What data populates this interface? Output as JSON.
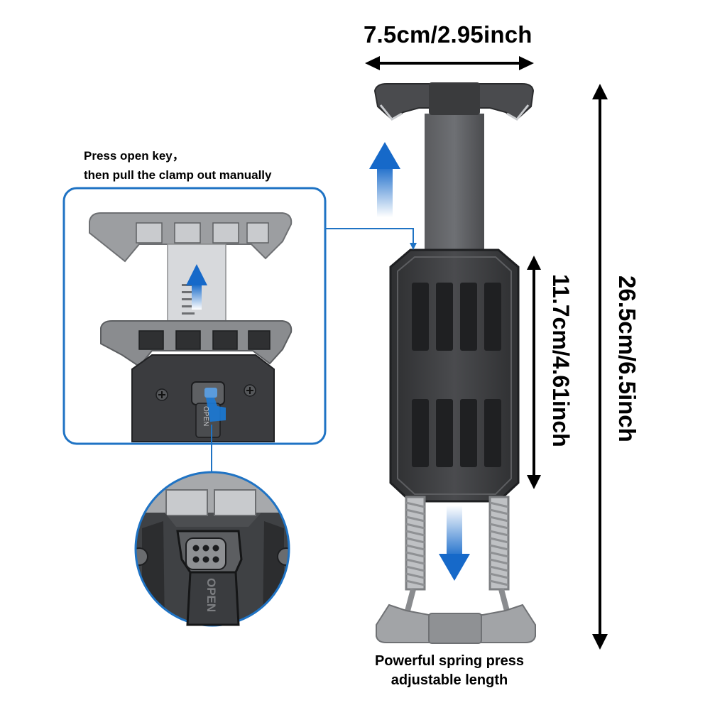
{
  "labels": {
    "top_width": "7.5cm/2.95inch",
    "pad_height": "11.7cm/4.61inch",
    "total_height": "26.5cm/6.5inch",
    "callout_line1": "Press open key，",
    "callout_line2": "then pull the clamp out manually",
    "spring_line1": "Powerful spring press",
    "spring_line2": "adjustable length",
    "button_text": "OPEN"
  },
  "colors": {
    "callout_border": "#1f73c4",
    "arrow_blue": "#1669c9",
    "clamp_dark": "#3a3b3d",
    "clamp_gray": "#8a8c8f",
    "background": "#ffffff"
  },
  "icons": [
    "up-arrow-icon",
    "down-arrow-icon",
    "double-arrow-icon",
    "open-key-icon",
    "hand-press-icon"
  ]
}
